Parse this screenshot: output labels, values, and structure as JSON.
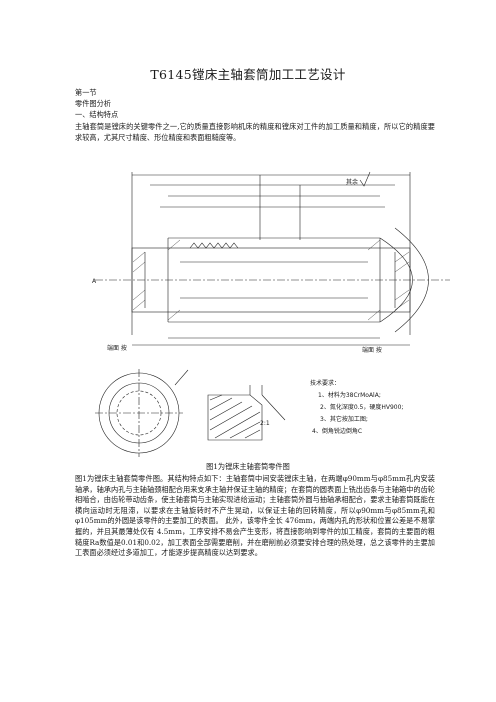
{
  "document": {
    "title": "T6145镗床主轴套筒加工工艺设计",
    "section": "第一节",
    "subsection": "零件图分析",
    "heading": "一、结构特点",
    "intro": "主轴套筒是镗床的关键零件之一,它的质量直接影响机床的精度和镗床对工件的加工质量和精度，所以它的精度要求较高，尤其尺寸精度、形位精度和表面粗糙度等。",
    "figure_caption": "图1为镗床主轴套筒零件图",
    "body": "图1为镗床主轴套筒零件图。其结构特点如下：主轴套筒中间安装镗床主轴，在两端φ90mm与φ85mm孔内安装轴承，轴承内孔与主轴轴颈相配合用来支承主轴并保证主轴的精度；在套筒的圆表面上铣出齿条与主轴箱中的齿轮相啮合，由齿轮带动齿条，使主轴套筒与主轴实现进给运动；主轴套筒外圆与抽轴承相配合，要求主轴套筒既能在横向运动时无阻滞，以要求在主轴旋转时不产生晃动，以保证主轴的回转精度，所以φ90mm与φ85mm孔和φ105mm的外圆是该零件的主要加工的表面。 此外，该零件全长 476mm，两端内孔的形状和位置公差是不易掌握的，并且其最薄处仅有 4.5mm，工序安排不易会产生变形，将直接影响到零件的加工精度，套筒的主要面的粗糙度Ra数值是0.01和0.02，加工表面全部需要磨削，并在磨削前必须要安排合理的热处理，总之该零件的主要加工表面必须经过多道加工，才能逐步提高精度以达到要求。"
  },
  "drawing": {
    "roughness_note": "其余",
    "view_left": "端面 按",
    "view_right": "端面 按",
    "datum_a": "A",
    "section_label": "2:1",
    "tech_title": "技术要求：",
    "tech_items": [
      "1、材料为38CrMoAlA;",
      "2、氮化深度0.5，硬度HV900;",
      "3、其它按加工图;",
      "4、倒角锐边倒角C"
    ]
  }
}
